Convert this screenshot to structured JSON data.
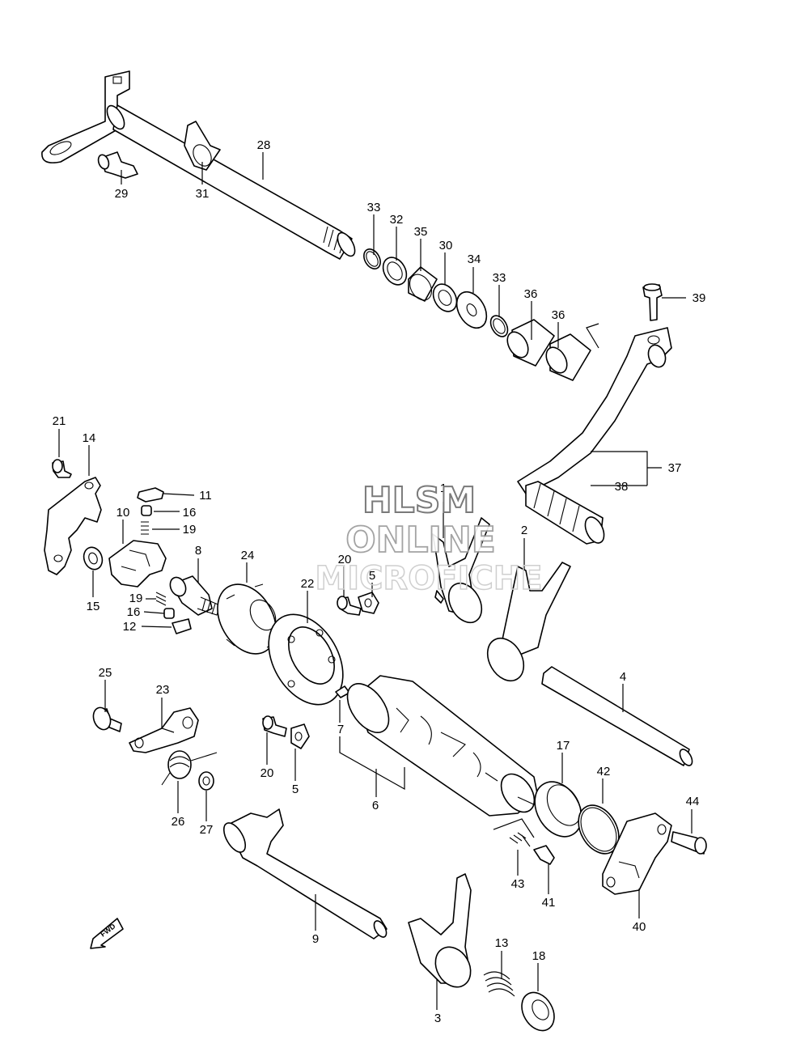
{
  "watermark": {
    "line1": "HLSM",
    "line2": "ONLINE",
    "line3": "MICROFICHE"
  },
  "fwd_label": "FWD",
  "callouts": {
    "c1": "1",
    "c2": "2",
    "c3": "3",
    "c4": "4",
    "c5a": "5",
    "c5b": "5",
    "c6": "6",
    "c7": "7",
    "c8": "8",
    "c9": "9",
    "c10": "10",
    "c11": "11",
    "c12": "12",
    "c13": "13",
    "c14": "14",
    "c15": "15",
    "c16a": "16",
    "c16b": "16",
    "c17": "17",
    "c18": "18",
    "c19a": "19",
    "c19b": "19",
    "c20a": "20",
    "c20b": "20",
    "c21": "21",
    "c22": "22",
    "c23": "23",
    "c24": "24",
    "c25": "25",
    "c26": "26",
    "c27": "27",
    "c28": "28",
    "c29": "29",
    "c30": "30",
    "c31": "31",
    "c32": "32",
    "c33a": "33",
    "c33b": "33",
    "c34": "34",
    "c35": "35",
    "c36a": "36",
    "c36b": "36",
    "c37": "37",
    "c38": "38",
    "c39": "39",
    "c40": "40",
    "c41": "41",
    "c42": "42",
    "c43": "43",
    "c44": "44"
  }
}
